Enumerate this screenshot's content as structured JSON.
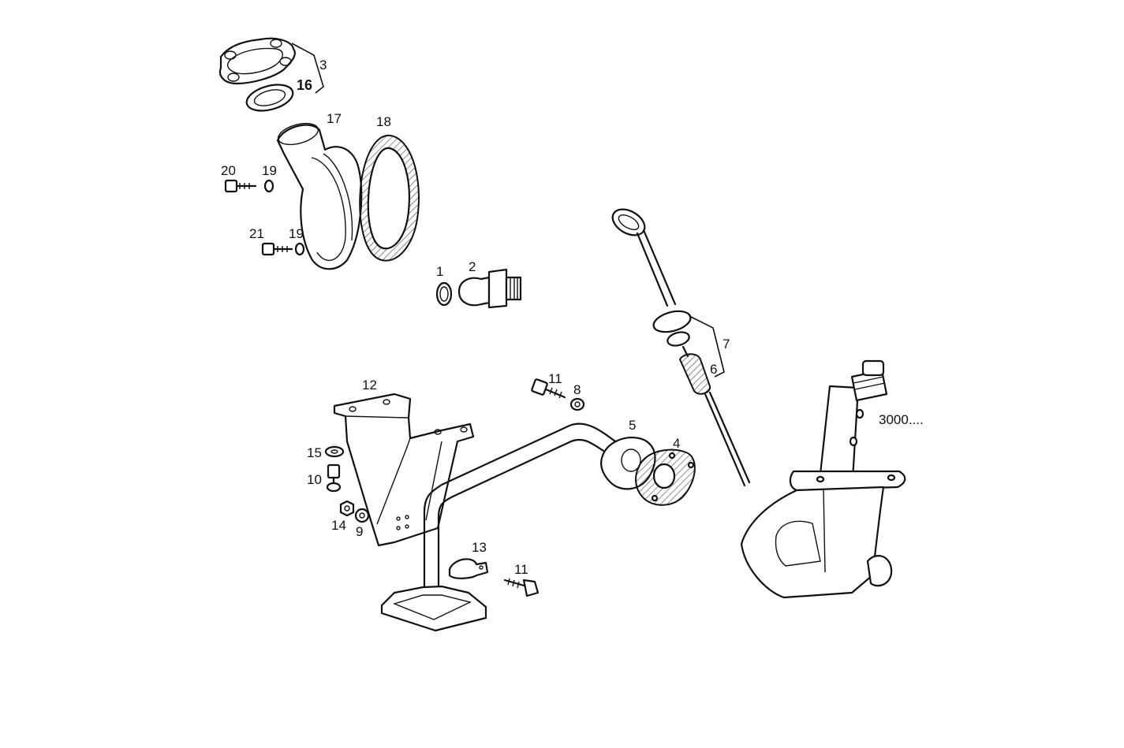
{
  "labels": {
    "p1": "1",
    "p2": "2",
    "p3": "3",
    "p4": "4",
    "p5": "5",
    "p6": "6",
    "p7": "7",
    "p8": "8",
    "p9": "9",
    "p10": "10",
    "p11a": "11",
    "p11b": "11",
    "p12": "12",
    "p13": "13",
    "p14": "14",
    "p15": "15",
    "p16": "16",
    "p17": "17",
    "p18": "18",
    "p19a": "19",
    "p19b": "19",
    "p20": "20",
    "p21": "21"
  },
  "annotation": "3000...."
}
